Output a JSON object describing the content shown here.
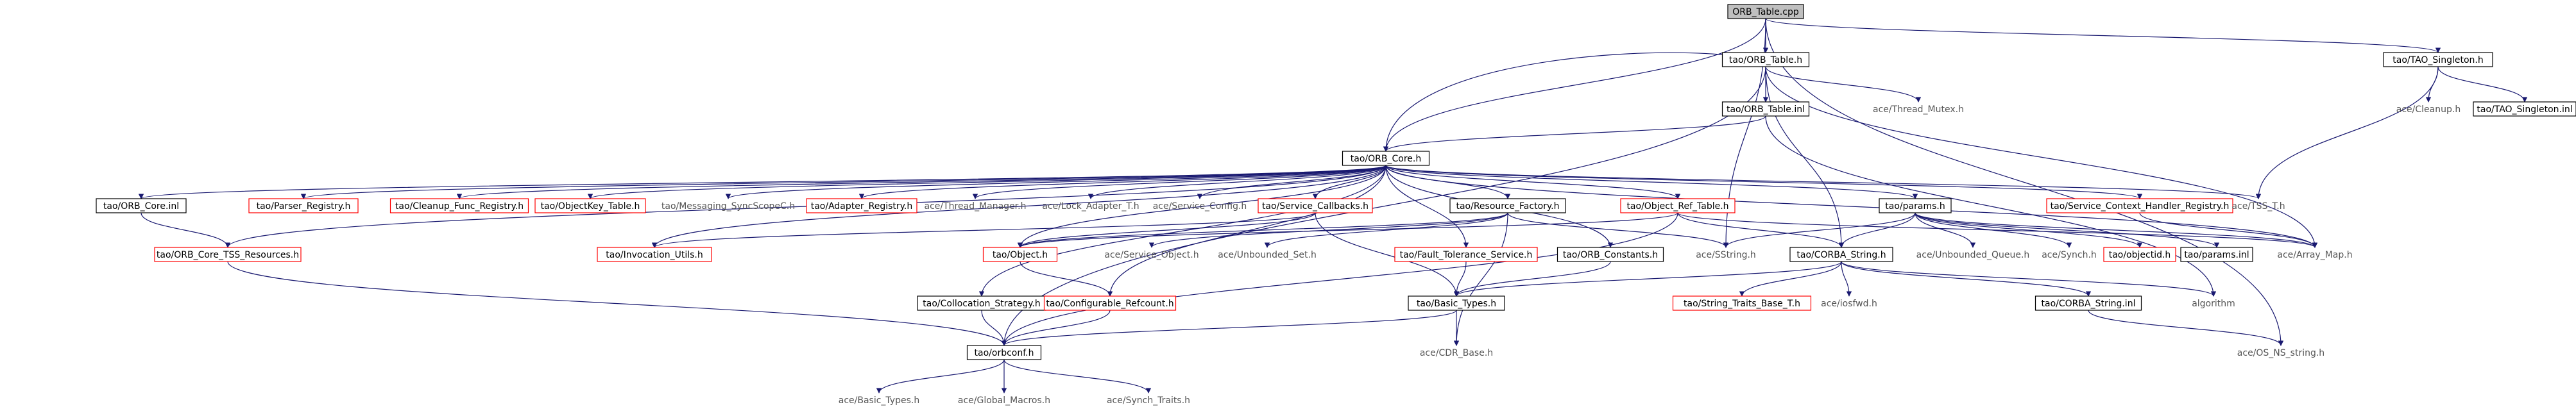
{
  "diagram": {
    "colors": {
      "edge": "#191970",
      "edge_highlight": "#c0392b",
      "node_border": "#000000",
      "missing_border": "#ff0000",
      "root_fill": "#bfbfbf"
    },
    "nodes": [
      {
        "id": "orb_table_cpp",
        "label": "ORB_Table.cpp",
        "style": "root"
      },
      {
        "id": "orb_table_h",
        "label": "tao/ORB_Table.h",
        "style": "default"
      },
      {
        "id": "tao_singleton_h",
        "label": "tao/TAO_Singleton.h",
        "style": "default"
      },
      {
        "id": "orb_table_inl",
        "label": "tao/ORB_Table.inl",
        "style": "default"
      },
      {
        "id": "thread_mutex_h",
        "label": "ace/Thread_Mutex.h",
        "style": "none"
      },
      {
        "id": "cleanup_h",
        "label": "ace/Cleanup.h",
        "style": "none"
      },
      {
        "id": "tao_singleton_inl",
        "label": "tao/TAO_Singleton.inl",
        "style": "default"
      },
      {
        "id": "orb_core_h",
        "label": "tao/ORB_Core.h",
        "style": "default"
      },
      {
        "id": "orb_core_inl",
        "label": "tao/ORB_Core.inl",
        "style": "default"
      },
      {
        "id": "parser_registry_h",
        "label": "tao/Parser_Registry.h",
        "style": "red"
      },
      {
        "id": "cleanup_func_registry_h",
        "label": "tao/Cleanup_Func_Registry.h",
        "style": "red"
      },
      {
        "id": "objectkey_table_h",
        "label": "tao/ObjectKey_Table.h",
        "style": "red"
      },
      {
        "id": "messaging_syncscopec_h",
        "label": "tao/Messaging_SyncScopeC.h",
        "style": "none"
      },
      {
        "id": "adapter_registry_h",
        "label": "tao/Adapter_Registry.h",
        "style": "red"
      },
      {
        "id": "thread_manager_h",
        "label": "ace/Thread_Manager.h",
        "style": "none"
      },
      {
        "id": "lock_adapter_t_h",
        "label": "ace/Lock_Adapter_T.h",
        "style": "none"
      },
      {
        "id": "service_config_h",
        "label": "ace/Service_Config.h",
        "style": "none"
      },
      {
        "id": "service_callbacks_h",
        "label": "tao/Service_Callbacks.h",
        "style": "red"
      },
      {
        "id": "resource_factory_h",
        "label": "tao/Resource_Factory.h",
        "style": "default"
      },
      {
        "id": "object_ref_table_h",
        "label": "tao/Object_Ref_Table.h",
        "style": "red"
      },
      {
        "id": "params_h",
        "label": "tao/params.h",
        "style": "default"
      },
      {
        "id": "service_context_handler_registry_h",
        "label": "tao/Service_Context_Handler_Registry.h",
        "style": "red"
      },
      {
        "id": "tss_t_h",
        "label": "ace/TSS_T.h",
        "style": "none"
      },
      {
        "id": "orb_core_tss_resources_h",
        "label": "tao/ORB_Core_TSS_Resources.h",
        "style": "red"
      },
      {
        "id": "invocation_utils_h",
        "label": "tao/Invocation_Utils.h",
        "style": "red"
      },
      {
        "id": "object_h",
        "label": "tao/Object.h",
        "style": "red"
      },
      {
        "id": "service_object_h",
        "label": "ace/Service_Object.h",
        "style": "none"
      },
      {
        "id": "unbounded_set_h",
        "label": "ace/Unbounded_Set.h",
        "style": "none"
      },
      {
        "id": "fault_tolerance_service_h",
        "label": "tao/Fault_Tolerance_Service.h",
        "style": "red"
      },
      {
        "id": "orb_constants_h",
        "label": "tao/ORB_Constants.h",
        "style": "default"
      },
      {
        "id": "sstring_h",
        "label": "ace/SString.h",
        "style": "none"
      },
      {
        "id": "corba_string_h",
        "label": "tao/CORBA_String.h",
        "style": "default"
      },
      {
        "id": "unbounded_queue_h",
        "label": "ace/Unbounded_Queue.h",
        "style": "none"
      },
      {
        "id": "synch_h",
        "label": "ace/Synch.h",
        "style": "none"
      },
      {
        "id": "objectid_h",
        "label": "tao/objectid.h",
        "style": "red"
      },
      {
        "id": "params_inl",
        "label": "tao/params.inl",
        "style": "default"
      },
      {
        "id": "array_map_h",
        "label": "ace/Array_Map.h",
        "style": "none"
      },
      {
        "id": "collocation_strategy_h",
        "label": "tao/Collocation_Strategy.h",
        "style": "default"
      },
      {
        "id": "configurable_refcount_h",
        "label": "tao/Configurable_Refcount.h",
        "style": "red"
      },
      {
        "id": "basic_types_h",
        "label": "tao/Basic_Types.h",
        "style": "default"
      },
      {
        "id": "string_traits_base_t_h",
        "label": "tao/String_Traits_Base_T.h",
        "style": "red"
      },
      {
        "id": "iosfwd_h",
        "label": "ace/iosfwd.h",
        "style": "none"
      },
      {
        "id": "corba_string_inl",
        "label": "tao/CORBA_String.inl",
        "style": "default"
      },
      {
        "id": "algorithm",
        "label": "algorithm",
        "style": "none"
      },
      {
        "id": "cdr_base_h",
        "label": "ace/CDR_Base.h",
        "style": "none"
      },
      {
        "id": "orbconf_h",
        "label": "tao/orbconf.h",
        "style": "default"
      },
      {
        "id": "os_ns_string_h",
        "label": "ace/OS_NS_string.h",
        "style": "none"
      },
      {
        "id": "ace_basic_types_h",
        "label": "ace/Basic_Types.h",
        "style": "none"
      },
      {
        "id": "global_macros_h",
        "label": "ace/Global_Macros.h",
        "style": "none"
      },
      {
        "id": "synch_traits_h",
        "label": "ace/Synch_Traits.h",
        "style": "none"
      }
    ],
    "edges": [
      [
        "orb_table_cpp",
        "orb_table_h"
      ],
      [
        "orb_table_cpp",
        "tao_singleton_h"
      ],
      [
        "orb_table_cpp",
        "orb_core_h"
      ],
      [
        "orb_table_cpp",
        "sstring_h"
      ],
      [
        "orb_table_cpp",
        "os_ns_string_h"
      ],
      [
        "orb_table_h",
        "orb_table_inl"
      ],
      [
        "orb_table_h",
        "thread_mutex_h"
      ],
      [
        "orb_table_h",
        "corba_string_h"
      ],
      [
        "orb_table_h",
        "array_map_h"
      ],
      [
        "orb_table_h",
        "orbconf_h"
      ],
      [
        "orb_table_inl",
        "orb_core_h"
      ],
      [
        "orb_table_inl",
        "algorithm"
      ],
      [
        "tao_singleton_h",
        "cleanup_h"
      ],
      [
        "tao_singleton_h",
        "tao_singleton_inl"
      ],
      [
        "tao_singleton_h",
        "tss_t_h"
      ],
      [
        "orb_core_h",
        "orb_table_h"
      ],
      [
        "orb_core_h",
        "orb_core_inl"
      ],
      [
        "orb_core_h",
        "parser_registry_h"
      ],
      [
        "orb_core_h",
        "cleanup_func_registry_h"
      ],
      [
        "orb_core_h",
        "objectkey_table_h"
      ],
      [
        "orb_core_h",
        "messaging_syncscopec_h"
      ],
      [
        "orb_core_h",
        "adapter_registry_h"
      ],
      [
        "orb_core_h",
        "thread_manager_h"
      ],
      [
        "orb_core_h",
        "lock_adapter_t_h"
      ],
      [
        "orb_core_h",
        "service_config_h"
      ],
      [
        "orb_core_h",
        "service_callbacks_h"
      ],
      [
        "orb_core_h",
        "resource_factory_h"
      ],
      [
        "orb_core_h",
        "object_ref_table_h"
      ],
      [
        "orb_core_h",
        "params_h"
      ],
      [
        "orb_core_h",
        "service_context_handler_registry_h"
      ],
      [
        "orb_core_h",
        "tss_t_h"
      ],
      [
        "orb_core_h",
        "orb_core_tss_resources_h"
      ],
      [
        "orb_core_h",
        "invocation_utils_h"
      ],
      [
        "orb_core_h",
        "object_h"
      ],
      [
        "orb_core_h",
        "fault_tolerance_service_h"
      ],
      [
        "orb_core_h",
        "orb_constants_h"
      ],
      [
        "orb_core_h",
        "collocation_strategy_h"
      ],
      [
        "orb_core_h",
        "configurable_refcount_h"
      ],
      [
        "orb_core_h",
        "array_map_h"
      ],
      [
        "orb_core_inl",
        "orb_core_tss_resources_h"
      ],
      [
        "orb_core_tss_resources_h",
        "orbconf_h"
      ],
      [
        "service_callbacks_h",
        "invocation_utils_h"
      ],
      [
        "service_callbacks_h",
        "object_h"
      ],
      [
        "service_callbacks_h",
        "basic_types_h"
      ],
      [
        "resource_factory_h",
        "service_object_h"
      ],
      [
        "resource_factory_h",
        "unbounded_set_h"
      ],
      [
        "resource_factory_h",
        "sstring_h"
      ],
      [
        "resource_factory_h",
        "cdr_base_h"
      ],
      [
        "resource_factory_h",
        "object_h"
      ],
      [
        "object_ref_table_h",
        "object_h"
      ],
      [
        "object_ref_table_h",
        "corba_string_h"
      ],
      [
        "object_ref_table_h",
        "array_map_h"
      ],
      [
        "object_ref_table_h",
        "orbconf_h"
      ],
      [
        "params_h",
        "corba_string_h"
      ],
      [
        "params_h",
        "unbounded_queue_h"
      ],
      [
        "params_h",
        "synch_h"
      ],
      [
        "params_h",
        "objectid_h"
      ],
      [
        "params_h",
        "params_inl"
      ],
      [
        "params_h",
        "array_map_h"
      ],
      [
        "params_h",
        "sstring_h"
      ],
      [
        "service_context_handler_registry_h",
        "array_map_h"
      ],
      [
        "object_h",
        "configurable_refcount_h"
      ],
      [
        "fault_tolerance_service_h",
        "basic_types_h"
      ],
      [
        "orb_constants_h",
        "basic_types_h"
      ],
      [
        "collocation_strategy_h",
        "orbconf_h"
      ],
      [
        "configurable_refcount_h",
        "orbconf_h"
      ],
      [
        "corba_string_h",
        "basic_types_h"
      ],
      [
        "corba_string_h",
        "string_traits_base_t_h"
      ],
      [
        "corba_string_h",
        "iosfwd_h"
      ],
      [
        "corba_string_h",
        "corba_string_inl"
      ],
      [
        "corba_string_h",
        "algorithm"
      ],
      [
        "corba_string_inl",
        "os_ns_string_h"
      ],
      [
        "basic_types_h",
        "orbconf_h"
      ],
      [
        "basic_types_h",
        "cdr_base_h"
      ],
      [
        "orbconf_h",
        "ace_basic_types_h"
      ],
      [
        "orbconf_h",
        "global_macros_h"
      ],
      [
        "orbconf_h",
        "synch_traits_h"
      ]
    ]
  }
}
